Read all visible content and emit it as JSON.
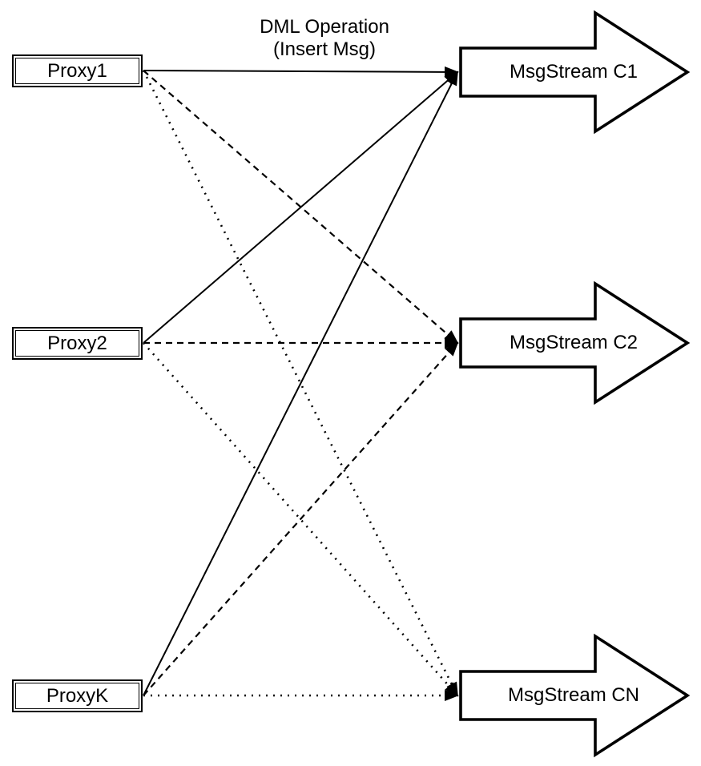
{
  "diagram": {
    "annotation": [
      "DML Operation",
      "(Insert Msg)"
    ],
    "proxies": [
      {
        "label": "Proxy1"
      },
      {
        "label": "Proxy2"
      },
      {
        "label": "ProxyK"
      }
    ],
    "streams": [
      {
        "label": "MsgStream C1"
      },
      {
        "label": "MsgStream C2"
      },
      {
        "label": "MsgStream CN"
      }
    ],
    "edges": [
      {
        "source": "Proxy1",
        "target": "MsgStream C1",
        "style": "solid"
      },
      {
        "source": "Proxy1",
        "target": "MsgStream C2",
        "style": "dashed"
      },
      {
        "source": "Proxy1",
        "target": "MsgStream CN",
        "style": "dotted"
      },
      {
        "source": "Proxy2",
        "target": "MsgStream C1",
        "style": "solid"
      },
      {
        "source": "Proxy2",
        "target": "MsgStream C2",
        "style": "dashed"
      },
      {
        "source": "Proxy2",
        "target": "MsgStream CN",
        "style": "dotted"
      },
      {
        "source": "ProxyK",
        "target": "MsgStream C1",
        "style": "solid"
      },
      {
        "source": "ProxyK",
        "target": "MsgStream C2",
        "style": "dashed"
      },
      {
        "source": "ProxyK",
        "target": "MsgStream CN",
        "style": "dotted"
      }
    ],
    "colors": {
      "stroke": "#000000",
      "fill": "#ffffff"
    }
  }
}
